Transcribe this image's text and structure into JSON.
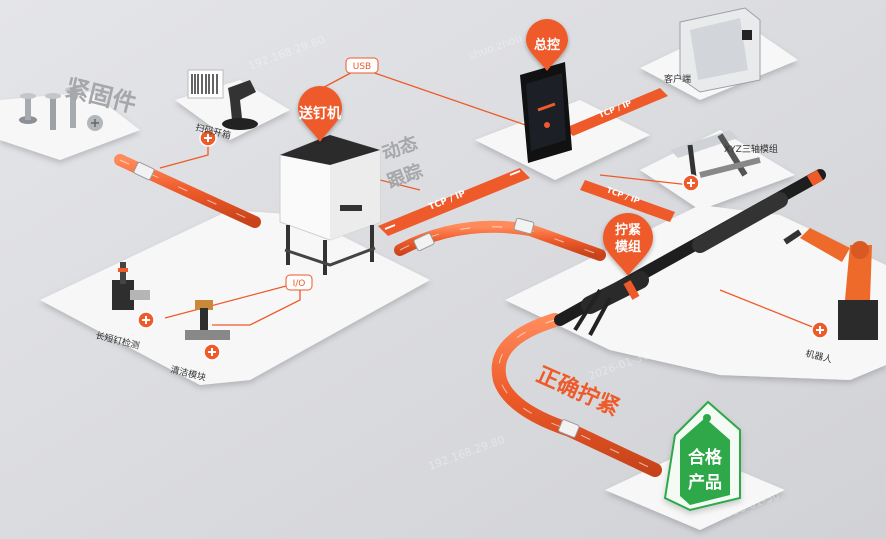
{
  "labels": {
    "fastener": "紧固件",
    "scan": "扫码开箱",
    "feeder": "送钉机",
    "dynamic": "动态跟踪",
    "usb": "USB",
    "io": "I/O",
    "controller": "总控",
    "client": "客户端",
    "xyz": "XYZ三轴模组",
    "tcp_ip": "TCP / IP",
    "module": "拧紧模组",
    "robot": "机器人",
    "length_check": "长短钉检测",
    "cleaning": "清洁模块",
    "correct": "正确拧紧",
    "product": "合格产品"
  },
  "watermark": {
    "ip": "192.168.29.80",
    "user": "shuo.zhou",
    "date": "2026-01-30"
  },
  "colors": {
    "accent": "#ee5a2a",
    "platform": "#f7f7f7",
    "background": "#d9dadd",
    "product_green": "#2ea84a"
  }
}
